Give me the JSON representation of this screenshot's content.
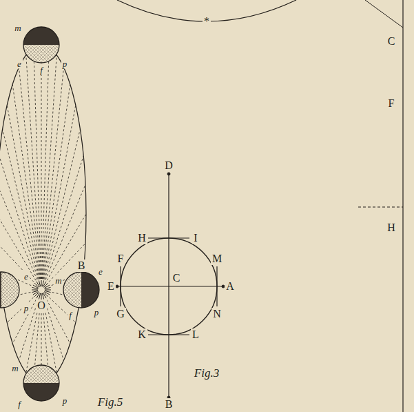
{
  "diagram": {
    "labels": [
      "Fig.3",
      "A",
      "B",
      "C",
      "D",
      "E",
      "F",
      "G",
      "H",
      "I",
      "K",
      "L",
      "M",
      "N",
      "Fig.5",
      "O",
      "B",
      "m",
      "e",
      "f",
      "p",
      "m",
      "e",
      "f",
      "p",
      "m",
      "f",
      "p",
      "e",
      "p",
      "F",
      "C",
      "H",
      "*"
    ]
  }
}
